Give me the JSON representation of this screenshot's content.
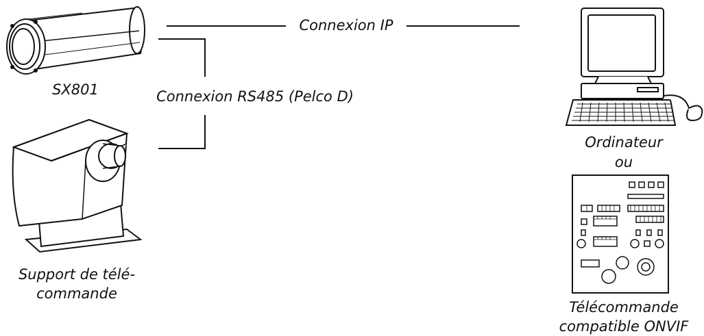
{
  "labels": {
    "camera": "SX801",
    "mount_line1": "Support de télé-",
    "mount_line2": "commande",
    "ip_connection": "Connexion IP",
    "rs485_connection": "Connexion RS485 (Pelco D)",
    "computer": "Ordinateur",
    "or": "ou",
    "remote_line1": "Télécommande",
    "remote_line2": "compatible ONVIF"
  }
}
